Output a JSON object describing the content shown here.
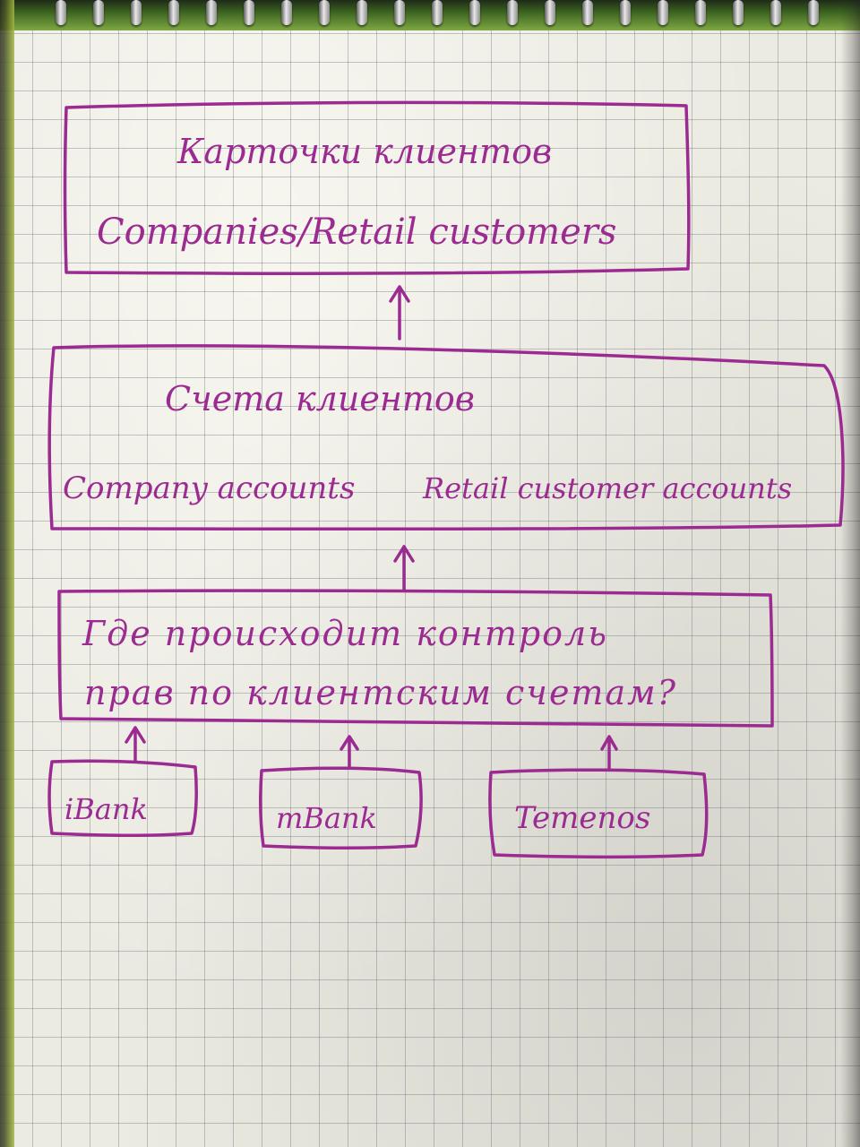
{
  "diagram": {
    "ink_color": "#9b2a91",
    "top_box": {
      "title": "Карточки клиентов",
      "subtitle": "Companies/Retail customers"
    },
    "middle_box": {
      "title": "Счета клиентов",
      "left_text": "Company accounts",
      "right_text": "Retail customer accounts"
    },
    "question_box": {
      "line1": "Где происходит контроль",
      "line2": "прав по клиентским счетам?"
    },
    "sources": [
      {
        "label": "iBank"
      },
      {
        "label": "mBank"
      },
      {
        "label": "Temenos"
      }
    ]
  }
}
